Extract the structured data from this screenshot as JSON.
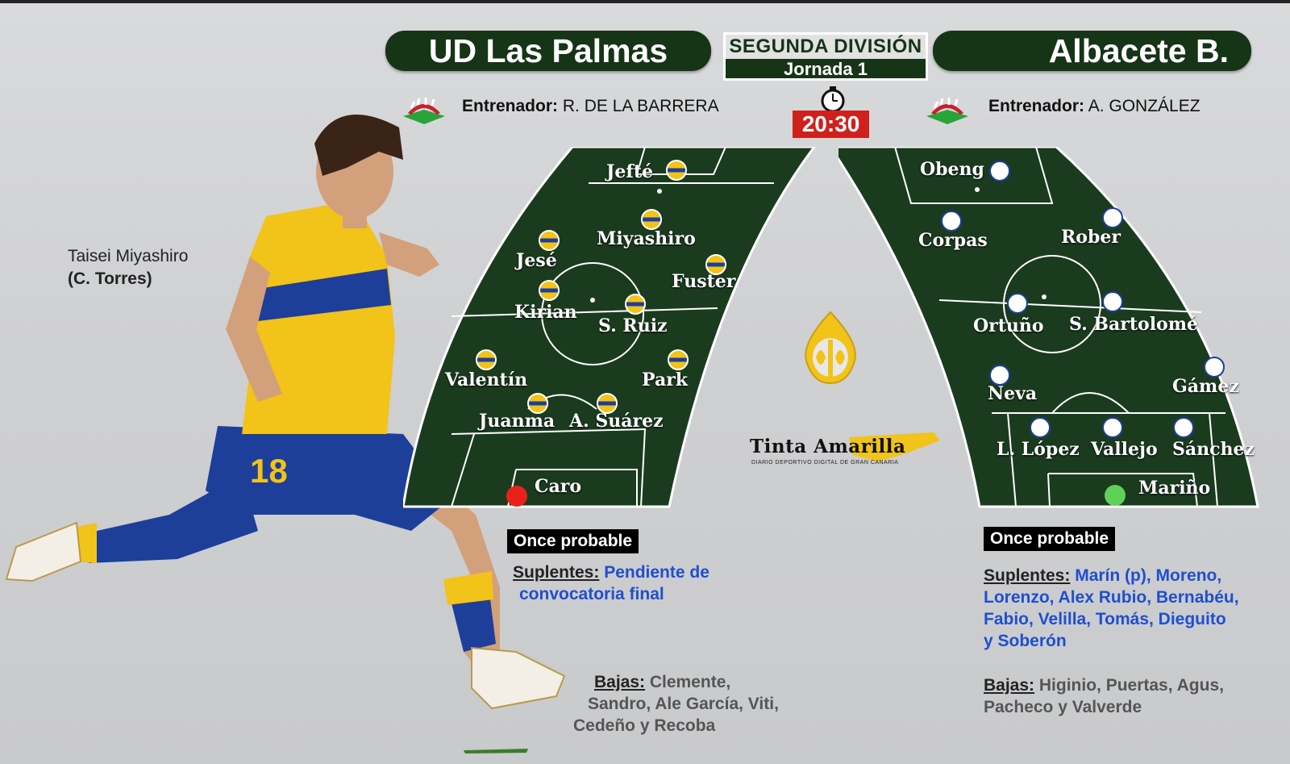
{
  "header": {
    "home_team": "UD Las Palmas",
    "away_team": "Albacete B.",
    "competition": "SEGUNDA DIVISIÓN",
    "round": "Jornada 1",
    "kickoff": "20:30"
  },
  "coaches": {
    "home_label": "Entrenador:",
    "home_name": "R. DE LA BARRERA",
    "away_label": "Entrenador:",
    "away_name": "A. GONZÁLEZ"
  },
  "featured_player": {
    "name": "Taisei Miyashiro",
    "note": "(C. Torres)",
    "shirt_number": "18"
  },
  "home_lineup": {
    "label": "Once probable",
    "players": [
      "Jefté",
      "Miyashiro",
      "Jesé",
      "Fuster",
      "Kirian",
      "S. Ruiz",
      "Valentín",
      "Park",
      "Juanma",
      "A. Suárez",
      "Caro"
    ]
  },
  "away_lineup": {
    "label": "Once probable",
    "players": [
      "Obeng",
      "Corpas",
      "Rober",
      "Ortuño",
      "S. Bartolomé",
      "Neva",
      "Gámez",
      "L. López",
      "Vallejo",
      "Sánchez",
      "Mariño"
    ]
  },
  "home_info": {
    "subs_label": "Suplentes:",
    "subs_line1": "Pendiente de",
    "subs_line2": "convocatoria final",
    "out_label": "Bajas:",
    "out_line1": "Clemente,",
    "out_line2": "Sandro, Ale García, Viti,",
    "out_line3": "Cedeño y Recoba"
  },
  "away_info": {
    "subs_label": "Suplentes:",
    "subs_line1": "Marín (p), Moreno,",
    "subs_line2": "Lorenzo, Alex Rubio, Bernabéu,",
    "subs_line3": "Fabio, Velilla, Tomás, Dieguito",
    "subs_line4": "y Soberón",
    "out_label": "Bajas:",
    "out_line1": "Higinio, Puertas, Agus,",
    "out_line2": "Pacheco y Valverde"
  },
  "brand": {
    "name": "Tinta Amarilla",
    "tagline": "DIARIO DEPORTIVO DIGITAL DE GRAN CANARIA"
  },
  "colors": {
    "team_green": "#163416",
    "pitch_green": "#1b3b1f",
    "accent_yellow": "#f2c318",
    "home_blue": "#1d3f9a",
    "time_red": "#d0201c",
    "link_blue": "#1f4fd0"
  }
}
